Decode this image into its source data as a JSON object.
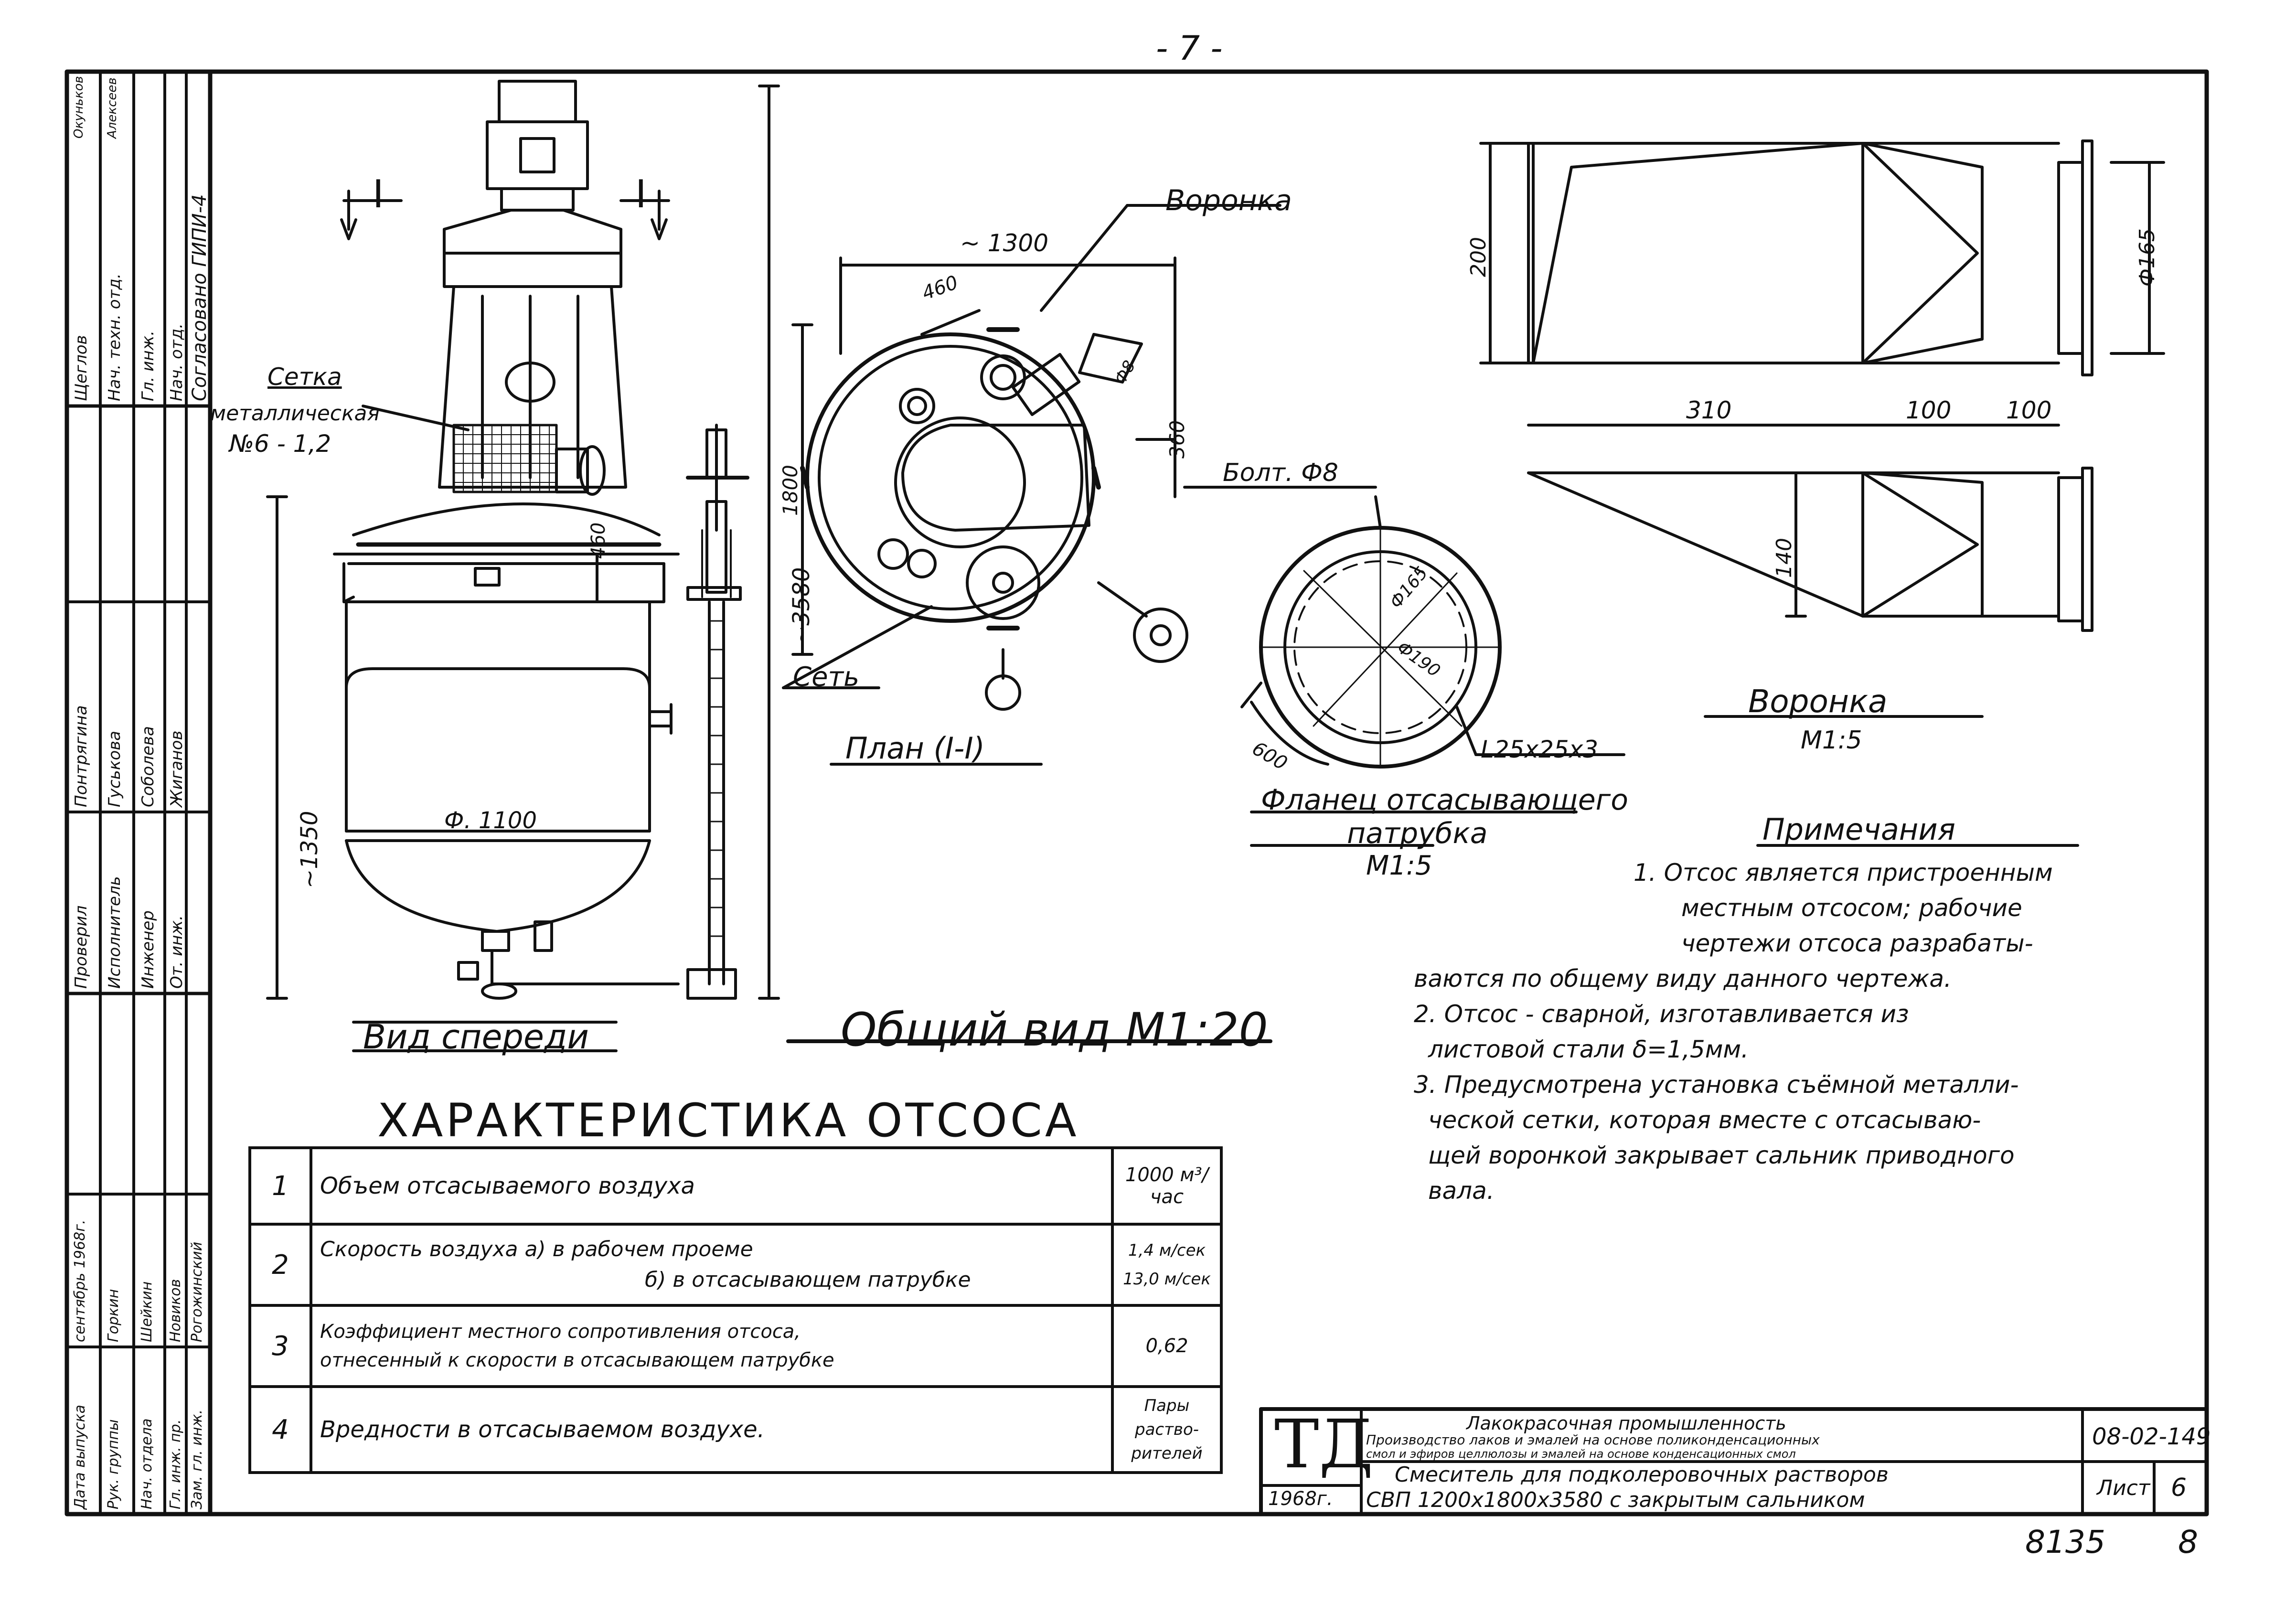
{
  "page": {
    "page_mark": "- 7 -",
    "footer_number": "8135",
    "footer_sheet": "8"
  },
  "drawing": {
    "general_view_title": "Общий вид М1:20",
    "front_view_label": "Вид спереди",
    "plan_label": "План (I-I)",
    "section_mark": "I",
    "mesh_label_1": "Сетка",
    "mesh_label_2": "металлическая",
    "mesh_label_3": "№6 - 1,2",
    "funnel_label": "Воронка",
    "mesh_callout": "Сеть",
    "bolt_label": "Болт. Ф8",
    "dims": {
      "d_1300": "~ 1300",
      "d_1800": "1800",
      "d_460": "460",
      "d_360": "360",
      "d_460v": "460",
      "d_1350": "~1350",
      "d_3580": "~3580",
      "d_1100": "Ф. 1100",
      "d_200": "200",
      "d_310": "310",
      "d_100a": "100",
      "d_100b": "100",
      "d_165": "Ф165",
      "d_140": "140",
      "flange_165": "Ф165",
      "flange_190": "Ф190",
      "flange_600": "600",
      "flange_angle": "L25х25х3",
      "funnel_d": "Ф8"
    },
    "funnel_title": "Воронка",
    "funnel_scale": "М1:5",
    "flange_title_1": "Фланец отсасывающего",
    "flange_title_2": "патрубка",
    "flange_scale": "М1:5"
  },
  "notes": {
    "title": "Примечания",
    "lines": [
      "1. Отсос является пристроенным",
      "местным отсосом; рабочие",
      "чертежи отсоса разрабаты-",
      "ваются по общему виду данного чертежа.",
      "2. Отсос - сварной, изготавливается из",
      "листовой стали δ=1,5мм.",
      "3. Предусмотрена установка съёмной металли-",
      "ческой сетки, которая вместе с отсасываю-",
      "щей воронкой закрывает сальник приводного",
      "вала."
    ]
  },
  "spec": {
    "title": "ХАРАКТЕРИСТИКА ОТСОСА",
    "rows": [
      {
        "num": "1",
        "text": [
          "Объем отсасываемого воздуха"
        ],
        "value": [
          "1000 м³/час"
        ]
      },
      {
        "num": "2",
        "text": [
          "Скорость воздуха   а) в рабочем проеме",
          "б) в отсасывающем патрубке"
        ],
        "value": [
          "1,4 м/сек",
          "13,0 м/сек"
        ]
      },
      {
        "num": "3",
        "text": [
          "Коэффициент местного сопротивления отсоса,",
          "отнесенный к скорости в отсасывающем патрубке"
        ],
        "value": [
          "0,62"
        ]
      },
      {
        "num": "4",
        "text": [
          "Вредности в отсасываемом воздухе."
        ],
        "value": [
          "Пары",
          "раство-",
          "рителей"
        ]
      }
    ]
  },
  "title_block": {
    "mark": "ТД",
    "year": "1968г.",
    "industry_1": "Лакокрасочная промышленность",
    "industry_2": "Производство лаков и эмалей на основе поликонденсационных",
    "industry_3": "смол и эфиров целлюлозы и эмалей на основе конденсационных смол",
    "object_1": "Смеситель для подколеровочных растворов",
    "object_2": "СВП 1200х1800х3580 с закрытым сальником",
    "doc_code": "08-02-149",
    "sheet_label": "Лист",
    "sheet_num": "6"
  },
  "stamp": {
    "top_1": "Согласовано ГИПИ-4",
    "top_cols": [
      [
        "Нач. отд.",
        "Щеглов"
      ],
      [
        "Гл. инж.",
        "Окуньков"
      ],
      [
        "Нач. техн. отд.",
        "Алексеев"
      ]
    ],
    "mid_cols": [
      [
        "От. инж.",
        "Жиганов"
      ],
      [
        "Инженер",
        "Соболева"
      ],
      [
        "Исполнитель",
        "Гуськова"
      ],
      [
        "Проверил",
        "Понтрягина"
      ]
    ],
    "bottom_cols": [
      [
        "Зам. гл. инж.",
        "Рогожинский"
      ],
      [
        "Гл. инж. пр.",
        "Новиков"
      ],
      [
        "Нач. отдела",
        "Шейкин"
      ],
      [
        "Рук. группы",
        "Горкин"
      ],
      [
        "Дата выпуска",
        "сентябрь 1968г."
      ]
    ]
  }
}
